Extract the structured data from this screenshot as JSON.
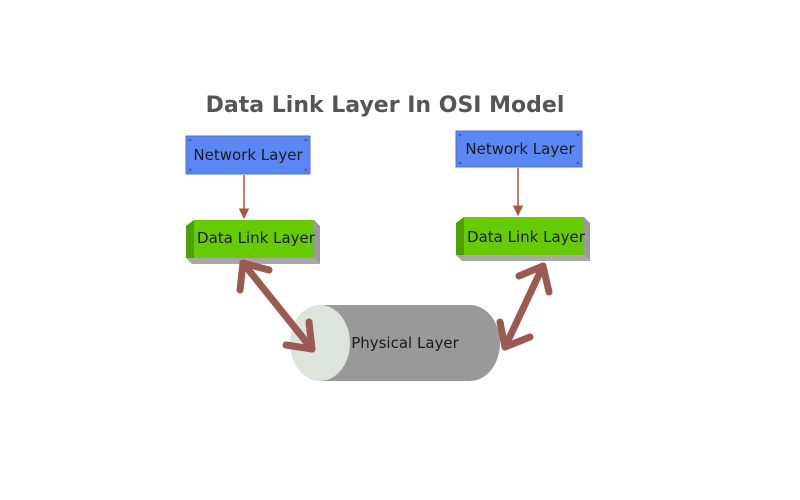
{
  "title": "Data Link Layer In OSI Model",
  "left": {
    "network": "Network Layer",
    "datalink": "Data Link Layer"
  },
  "right": {
    "network": "Network Layer",
    "datalink": "Data Link Layer"
  },
  "physical": "Physical Layer",
  "colors": {
    "title": "#555555",
    "network_fill": "#5b87f5",
    "network_edge": "#4a70d4",
    "datalink_fill": "#66cc00",
    "datalink_shadow": "#a8a8a8",
    "datalink_side": "#4fa000",
    "cylinder_body": "#999999",
    "cylinder_cap": "#dde3dd",
    "arrow_small": "#b05545",
    "arrow_big": "#9b5a50",
    "text": "#1a1a1a"
  }
}
